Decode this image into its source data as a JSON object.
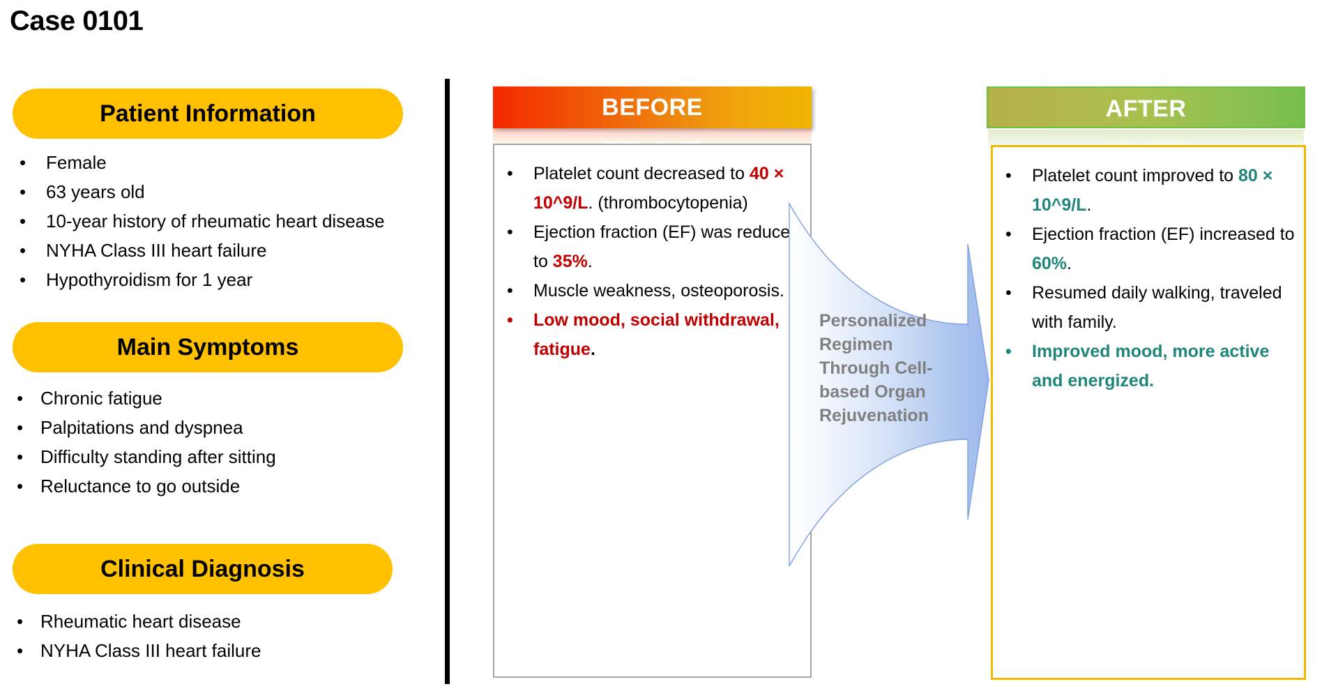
{
  "slide": {
    "title": "Case 0101"
  },
  "left_column": {
    "sections": [
      {
        "heading": "Patient Information",
        "bullet": "•",
        "items": [
          "Female",
          "63 years old",
          "10-year history of rheumatic heart disease",
          "NYHA Class III heart failure",
          "Hypothyroidism for 1 year"
        ]
      },
      {
        "heading": "Main Symptoms",
        "bullet": "•",
        "items": [
          "Chronic fatigue",
          "Palpitations and dyspnea",
          "Difficulty standing after sitting",
          "Reluctance to go outside"
        ]
      },
      {
        "heading": "Clinical Diagnosis",
        "bullet": "•",
        "items": [
          "Rheumatic heart disease",
          "NYHA Class III heart failure"
        ]
      }
    ]
  },
  "before_panel": {
    "header": "BEFORE",
    "bullet": "•",
    "items": [
      {
        "segments": [
          {
            "text": "Platelet count decreased to ",
            "style": "normal"
          },
          {
            "text": "40 × 10^9/L",
            "style": "red"
          },
          {
            "text": ". (thrombocytopenia)",
            "style": "normal"
          }
        ]
      },
      {
        "segments": [
          {
            "text": "Ejection fraction (EF) was reduced to ",
            "style": "normal"
          },
          {
            "text": "35%",
            "style": "red"
          },
          {
            "text": ".",
            "style": "normal"
          }
        ]
      },
      {
        "segments": [
          {
            "text": "Muscle weakness, osteoporosis.",
            "style": "normal"
          }
        ]
      },
      {
        "emphasis": "red",
        "segments": [
          {
            "text": "Low mood, social withdrawal, fatigue",
            "style": "red"
          },
          {
            "text": ".",
            "style": "normal"
          }
        ]
      }
    ]
  },
  "after_panel": {
    "header": "AFTER",
    "bullet": "•",
    "items": [
      {
        "segments": [
          {
            "text": "Platelet count improved to ",
            "style": "normal"
          },
          {
            "text": "80 × 10^9/L",
            "style": "green"
          },
          {
            "text": ".",
            "style": "normal"
          }
        ]
      },
      {
        "segments": [
          {
            "text": "Ejection fraction (EF) increased to ",
            "style": "normal"
          },
          {
            "text": "60%",
            "style": "green"
          },
          {
            "text": ".",
            "style": "normal"
          }
        ]
      },
      {
        "segments": [
          {
            "text": "Resumed daily walking, traveled with family.",
            "style": "normal"
          }
        ]
      },
      {
        "emphasis": "green",
        "segments": [
          {
            "text": "Improved mood, more active and energized.",
            "style": "green"
          }
        ]
      }
    ]
  },
  "center_arrow": {
    "label": "Personalized Regimen Through Cell-based Organ Rejuvenation",
    "fill_color": "#AEC6F0",
    "text_color": "#7F7F7F"
  },
  "colors": {
    "pill": "#FFC000",
    "before_red": "#C00000",
    "after_green": "#21867A",
    "after_border": "#F5B800",
    "before_border": "#A6A6A6",
    "divider": "#000000"
  }
}
